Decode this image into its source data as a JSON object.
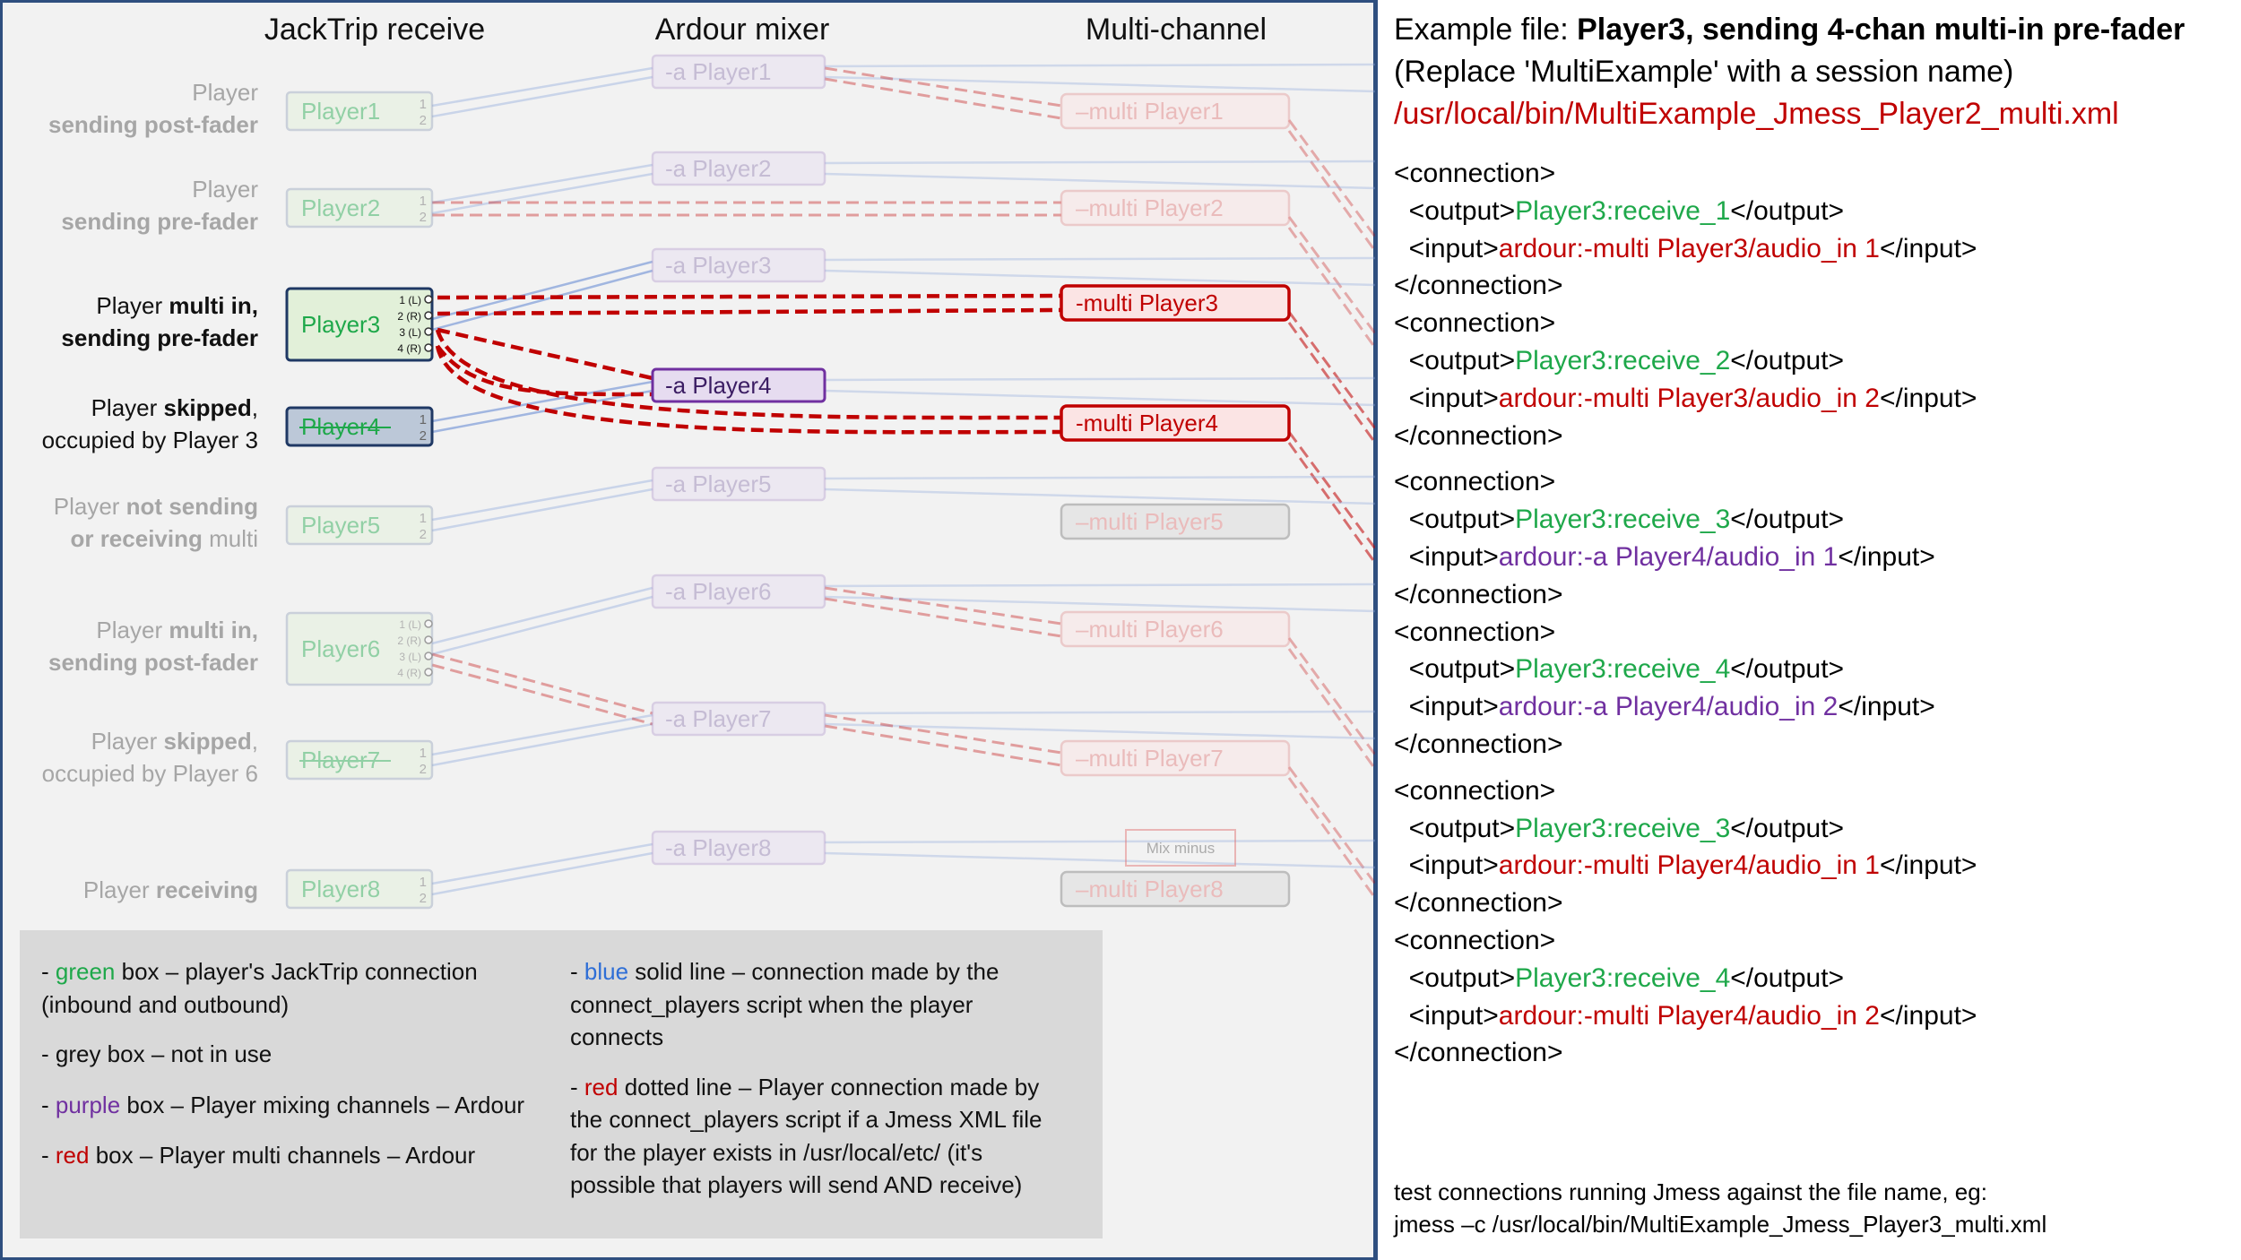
{
  "headers": [
    "JackTrip receive",
    "Ardour mixer",
    "Multi-channel"
  ],
  "rows": [
    {
      "label_lines": [
        [
          "Player",
          ""
        ],
        [
          "sending post-fader",
          "b"
        ]
      ],
      "state": "dim",
      "jack": "Player1",
      "jack_state": "dim",
      "ports": [
        "1",
        "2"
      ],
      "ardour": "-a Player1",
      "ardour_state": "dim",
      "multi": "–multi Player1",
      "multi_state": "dim"
    },
    {
      "label_lines": [
        [
          "Player",
          ""
        ],
        [
          "sending pre-fader",
          "b"
        ]
      ],
      "state": "dim",
      "jack": "Player2",
      "jack_state": "dim",
      "ports": [
        "1",
        "2"
      ],
      "ardour": "-a Player2",
      "ardour_state": "dim",
      "multi": "–multi Player2",
      "multi_state": "dim"
    },
    {
      "label_lines": [
        [
          "Player ",
          "",
          "multi in,",
          "b"
        ],
        [
          "sending pre-fader",
          "b"
        ]
      ],
      "state": "active",
      "jack": "Player3",
      "jack_state": "active",
      "ports": [
        "1 (L)",
        "2 (R)",
        "3 (L)",
        "4 (R)"
      ],
      "ardour": "-a Player3",
      "ardour_state": "dim",
      "multi": "-multi Player3",
      "multi_state": "active"
    },
    {
      "label_lines": [
        [
          "Player ",
          "",
          "skipped",
          "b",
          ",",
          ""
        ],
        [
          "occupied by Player 3",
          ""
        ]
      ],
      "state": "active",
      "jack": "Player4",
      "jack_state": "skipped",
      "ports": [
        "1",
        "2"
      ],
      "ardour": "-a Player4",
      "ardour_state": "active",
      "multi": "-multi Player4",
      "multi_state": "active"
    },
    {
      "label_lines": [
        [
          "Player ",
          "",
          "not sending",
          "b"
        ],
        [
          "or receiving",
          "b",
          " multi",
          ""
        ]
      ],
      "state": "dim",
      "jack": "Player5",
      "jack_state": "dim",
      "ports": [
        "1",
        "2"
      ],
      "ardour": "-a Player5",
      "ardour_state": "dim",
      "multi": "–multi Player5",
      "multi_state": "grey"
    },
    {
      "label_lines": [
        [
          "Player ",
          "",
          "multi in,",
          "b"
        ],
        [
          "sending post-fader",
          "b"
        ]
      ],
      "state": "dim",
      "jack": "Player6",
      "jack_state": "dim",
      "ports": [
        "1 (L)",
        "2 (R)",
        "3 (L)",
        "4 (R)"
      ],
      "ardour": "-a Player6",
      "ardour_state": "dim",
      "multi": "–multi Player6",
      "multi_state": "dim"
    },
    {
      "label_lines": [
        [
          "Player ",
          "",
          "skipped",
          "b",
          ",",
          ""
        ],
        [
          "occupied by Player 6",
          ""
        ]
      ],
      "state": "dim",
      "jack": "Player7",
      "jack_state": "skipped-dim",
      "ports": [
        "1",
        "2"
      ],
      "ardour": "-a Player7",
      "ardour_state": "dim",
      "multi": "–multi Player7",
      "multi_state": "dim"
    },
    {
      "label_lines": [
        [
          "Player ",
          "",
          "receiving",
          "b"
        ]
      ],
      "state": "dim",
      "jack": "Player8",
      "jack_state": "dim",
      "ports": [
        "1",
        "2"
      ],
      "ardour": "-a Player8",
      "ardour_state": "dim",
      "multi": "–multi Player8",
      "multi_state": "grey"
    }
  ],
  "mix_minus": "Mix minus",
  "legend": {
    "left": [
      [
        [
          "- ",
          ""
        ],
        [
          "green",
          "green"
        ],
        [
          " box – player's JackTrip connection",
          ""
        ],
        [
          "(inbound and outbound)",
          "br"
        ]
      ],
      [
        [
          "- grey box – not in use",
          ""
        ]
      ],
      [
        [
          "- ",
          ""
        ],
        [
          "purple",
          "purple"
        ],
        [
          " box – Player mixing channels – Ardour",
          ""
        ]
      ],
      [
        [
          "- ",
          ""
        ],
        [
          "red",
          "red"
        ],
        [
          " box – Player multi channels – Ardour",
          ""
        ]
      ]
    ],
    "right": [
      [
        [
          "- ",
          ""
        ],
        [
          "blue",
          "blue"
        ],
        [
          " solid line – connection made by the",
          ""
        ],
        [
          "connect_players script when the player",
          "br"
        ],
        [
          "connects",
          "br"
        ]
      ],
      [
        [
          "- ",
          ""
        ],
        [
          "red",
          "red"
        ],
        [
          " dotted line – Player connection made by",
          ""
        ],
        [
          "the connect_players script if a Jmess XML file",
          "br"
        ],
        [
          "for the player exists in /usr/local/etc/  (it's",
          "br"
        ],
        [
          "possible that players will send AND receive)",
          "br"
        ]
      ]
    ]
  },
  "xml": {
    "example_prefix": "Example file: ",
    "example_title": "Player3, sending 4-chan multi-in pre-fader",
    "replace_note": "(Replace 'MultiExample' with a session name)",
    "path": "/usr/local/bin/MultiExample_Jmess_Player2_multi.xml",
    "connections": [
      {
        "output": "Player3:receive_1",
        "input": "ardour:-multi Player3/audio_in 1",
        "input_color": "red"
      },
      {
        "output": "Player3:receive_2",
        "input": "ardour:-multi Player3/audio_in 2",
        "input_color": "red"
      },
      {
        "output": "Player3:receive_3",
        "input": "ardour:-a Player4/audio_in 1",
        "input_color": "purple"
      },
      {
        "output": "Player3:receive_4",
        "input": "ardour:-a Player4/audio_in 2",
        "input_color": "purple"
      },
      {
        "output": "Player3:receive_3",
        "input": "ardour:-multi Player4/audio_in 1",
        "input_color": "red"
      },
      {
        "output": "Player3:receive_4",
        "input": "ardour:-multi Player4/audio_in 2",
        "input_color": "red"
      }
    ],
    "tags": {
      "conn_open": "<connection>",
      "conn_close": "</connection>",
      "out_open": "<output>",
      "out_close": "</output>",
      "in_open": "<input>",
      "in_close": "</input>"
    },
    "footer_1": "test connections running Jmess against the file name, eg:",
    "footer_2": "jmess –c  /usr/local/bin/MultiExample_Jmess_Player3_multi.xml"
  },
  "colors": {
    "panel_bg": "#f2f2f2",
    "border": "#2f4f7f",
    "green_fill": "#e2f0d9",
    "green_stroke": "#1f3864",
    "green_text": "#1ea84a",
    "purple_fill": "#e6dcf0",
    "purple_stroke": "#7030a0",
    "red_fill": "#fbe4e4",
    "red_stroke": "#c00000",
    "blue_line": "#8fa9dc",
    "red_line": "#c00000",
    "grey_fill": "#d9d9d9",
    "grey_stroke": "#7f7f7f"
  }
}
